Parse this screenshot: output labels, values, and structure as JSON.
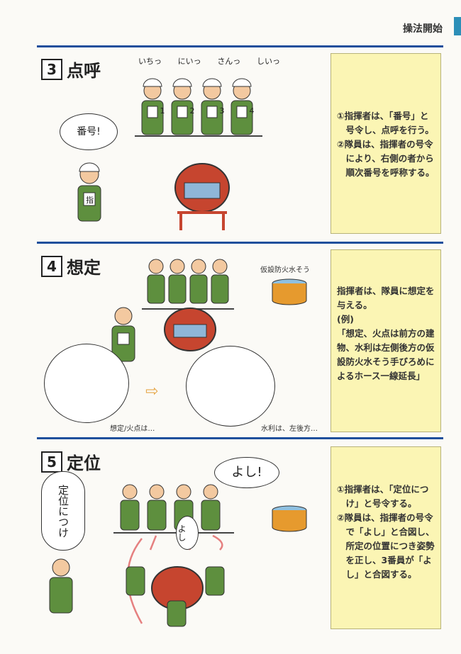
{
  "header": {
    "title": "操法開始"
  },
  "sections": [
    {
      "number": "3",
      "title": "点呼",
      "calls": [
        "いちっ",
        "にいっ",
        "さんっ",
        "しいっ"
      ],
      "commander_bubble": "番号!",
      "member_numbers": [
        "1",
        "2",
        "3",
        "4"
      ],
      "commander_badge": "指",
      "notes": [
        "①指揮者は、「番号」と号令し、点呼を行う。",
        "②隊員は、指揮者の号令により、右側の者から順次番号を呼称する。"
      ]
    },
    {
      "number": "4",
      "title": "想定",
      "tank_label": "仮設防火水そう",
      "caption_left": "想定/火点は…",
      "caption_right": "水利は、左後方…",
      "notes": [
        "指揮者は、隊員に想定を与える。",
        "(例)",
        "「想定、火点は前方の建物、水利は左側後方の仮設防火水そう手びろめによるホース一線延長」"
      ]
    },
    {
      "number": "5",
      "title": "定位",
      "member_bubble": "よし!",
      "small_bubble": "よし",
      "commander_bubble": "定位につけ",
      "notes": [
        "①指揮者は、「定位につけ」と号令する。",
        "②隊員は、指揮者の号令で「よし」と合図し、所定の位置につき姿勢を正し、3番員が「よし」と合図する。"
      ]
    }
  ]
}
